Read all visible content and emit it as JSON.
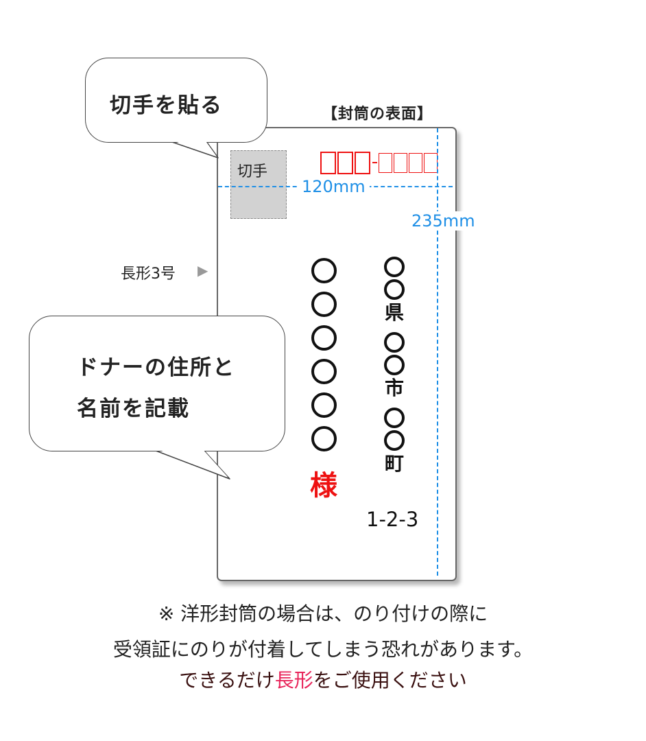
{
  "front_label": "【封筒の表面】",
  "stamp": {
    "text": "切手"
  },
  "dimensions": {
    "width": "120mm",
    "height": "235mm"
  },
  "envelope_size": {
    "label": "長形3号"
  },
  "callouts": {
    "stamp": "切手を貼る",
    "address_line1": "ドナーの住所と",
    "address_line2": "名前を記載"
  },
  "recipient": {
    "honorific": "様"
  },
  "address": {
    "prefecture": "県",
    "city": "市",
    "town": "町",
    "number": "1-2-3"
  },
  "note": {
    "line1": "※ 洋形封筒の場合は、のり付けの際に",
    "line2": "受領証にのりが付着してしまう恐れがあります。",
    "line3_a": "できるだけ",
    "line3_b": "長形",
    "line3_c": "をご使用ください"
  },
  "colors": {
    "accent_red": "#e11111",
    "dimension_blue": "#1e8fe6",
    "highlight_pink": "#e8245a"
  }
}
